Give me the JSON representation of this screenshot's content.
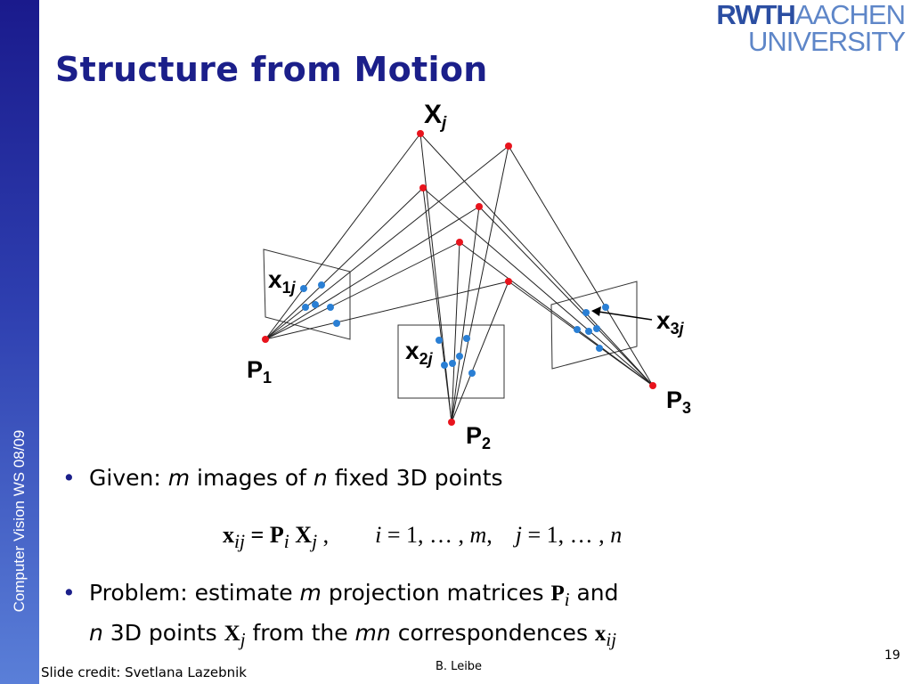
{
  "sidebar": {
    "label": "Computer Vision WS 08/09"
  },
  "slide": {
    "title": "Structure from Motion",
    "page_number": "19"
  },
  "logo": {
    "line1a": "RWTH",
    "line1b": "AACHEN",
    "line2": "UNIVERSITY"
  },
  "diagram": {
    "point_label_main": "X",
    "point_label_sub": "j",
    "cameras": [
      {
        "main": "P",
        "sub": "1"
      },
      {
        "main": "P",
        "sub": "2"
      },
      {
        "main": "P",
        "sub": "3"
      }
    ],
    "projections": [
      {
        "main": "x",
        "sub": "1",
        "sub2": "j"
      },
      {
        "main": "x",
        "sub": "2",
        "sub2": "j"
      },
      {
        "main": "x",
        "sub": "3",
        "sub2": "j"
      }
    ],
    "colors": {
      "world_point": "#e8141d",
      "image_point": "#2a7fd4",
      "line": "#222222"
    }
  },
  "bullets": {
    "b1": {
      "given": "Given: ",
      "m": "m",
      "mid": " images of ",
      "n": "n",
      "end": " fixed 3D points"
    },
    "formula": {
      "x": "x",
      "ij": "ij",
      "eq": " = P",
      "i": "i",
      "X": " X",
      "j": "j",
      "rest1": " ,        ",
      "i2": "i",
      "rest2": " = 1, … , ",
      "m": "m",
      "rest3": ",    ",
      "j2": "j",
      "rest4": " = 1, … , ",
      "n": "n"
    },
    "b2": {
      "p1": "Problem: estimate ",
      "m": "m",
      "p2": " projection matrices ",
      "P": "P",
      "i": "i",
      "p3": " and",
      "n": "n",
      "p4": " 3D points ",
      "X": "X",
      "j": "j",
      "p5": " from the ",
      "mn": "mn",
      "p6": " correspondences ",
      "x": "x",
      "ij": "ij"
    }
  },
  "footer": {
    "credit": "Slide credit: Svetlana Lazebnik",
    "author": "B. Leibe"
  }
}
